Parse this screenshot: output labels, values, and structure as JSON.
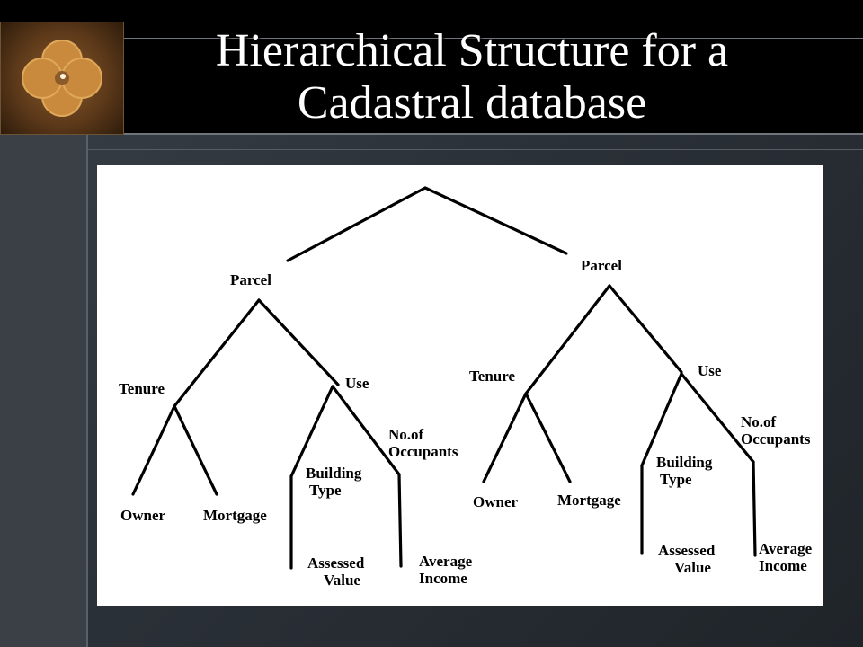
{
  "slide": {
    "title_line1": "Hierarchical Structure for a",
    "title_line2": "Cadastral database",
    "logo_icon": "quatrefoil-logo-icon"
  },
  "diagram": {
    "left": {
      "parcel": "Parcel",
      "tenure": "Tenure",
      "use": "Use",
      "owner": "Owner",
      "mortgage": "Mortgage",
      "building_1": "Building",
      "building_2": "Type",
      "occupants_1": "No.of",
      "occupants_2": "Occupants",
      "assessed_1": "Assessed",
      "assessed_2": "Value",
      "average_1": "Average",
      "average_2": "Income"
    },
    "right": {
      "parcel": "Parcel",
      "tenure": "Tenure",
      "use": "Use",
      "owner": "Owner",
      "mortgage": "Mortgage",
      "building_1": "Building",
      "building_2": "Type",
      "occupants_1": "No.of",
      "occupants_2": "Occupants",
      "assessed_1": "Assessed",
      "assessed_2": "Value",
      "average_1": "Average",
      "average_2": "Income"
    }
  }
}
